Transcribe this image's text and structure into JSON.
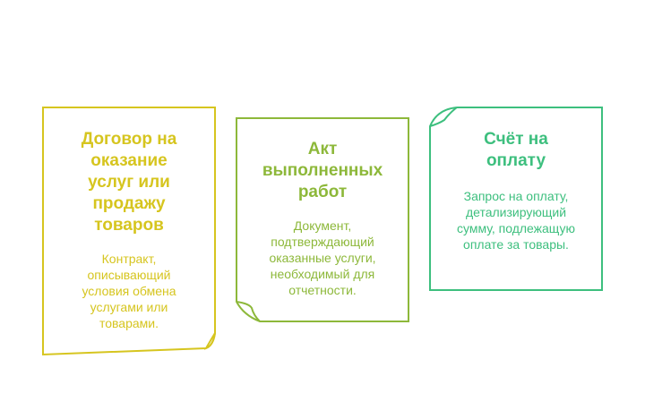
{
  "cards": [
    {
      "title": "Договор на оказание услуг или продажу товаров",
      "description": "Контракт, описывающий условия обмена услугами или товарами.",
      "color": "#d6c51f"
    },
    {
      "title": "Акт выполненных работ",
      "description": "Документ, подтверждающий оказанные услуги, необходимый для отчетности.",
      "color": "#8db83a"
    },
    {
      "title": "Счёт на оплату",
      "description": "Запрос на оплату, детализирующий сумму, подлежащую оплате за товары.",
      "color": "#3dbf7e"
    }
  ]
}
